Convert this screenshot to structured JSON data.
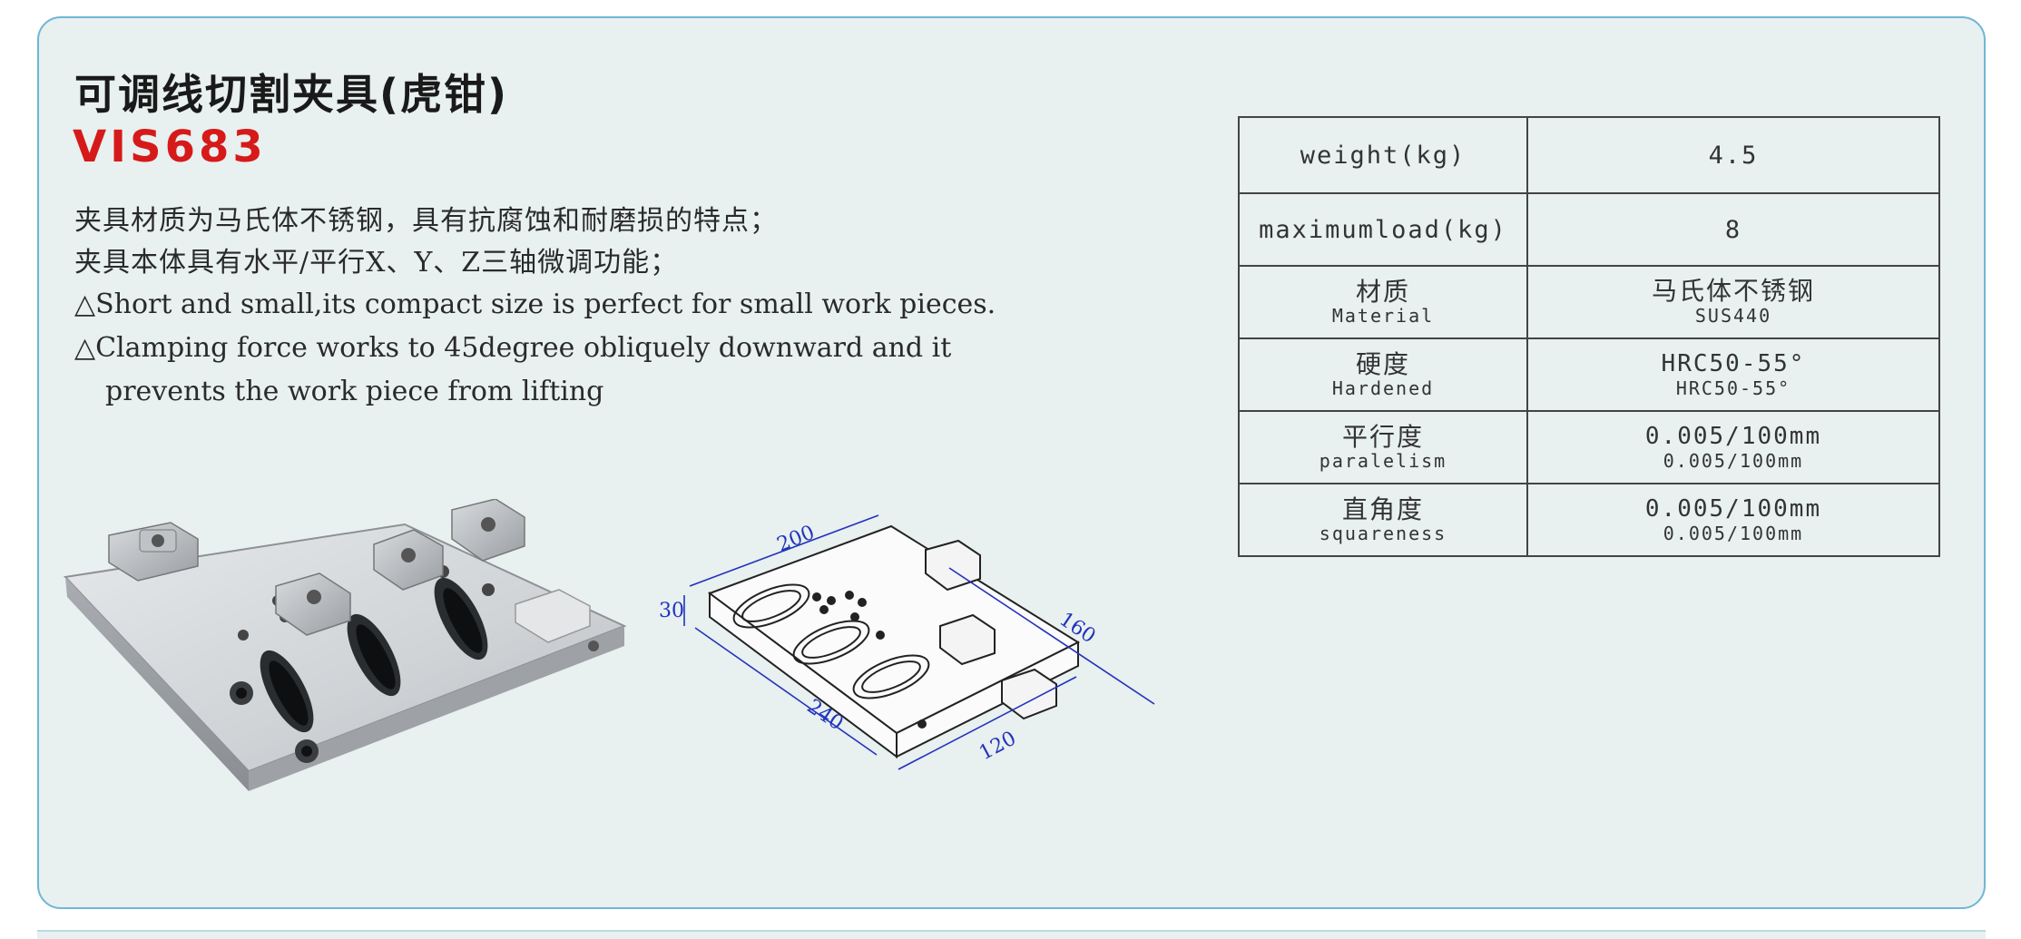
{
  "header": {
    "title": "可调线切割夹具(虎钳)",
    "model": "VIS683"
  },
  "features": [
    "夹具材质为马氏体不锈钢，具有抗腐蚀和耐磨损的特点；",
    "夹具本体具有水平/平行X、Y、Z三轴微调功能；",
    "△Short and small,its compact size is perfect for small work pieces.",
    "△Clamping force works to 45degree obliquely downward and it",
    "prevents the work piece from lifting"
  ],
  "specs": {
    "weight_label": "weight(kg)",
    "weight_value": "4.5",
    "maxload_label": "maximumload(kg)",
    "maxload_value": "8",
    "material_zh": "材质",
    "material_en": "Material",
    "material_v1": "马氏体不锈钢",
    "material_v2": "SUS440",
    "hardened_zh": "硬度",
    "hardened_en": "Hardened",
    "hardened_v1": "HRC50-55°",
    "hardened_v2": "HRC50-55°",
    "paralelism_zh": "平行度",
    "paralelism_en": "paralelism",
    "paralelism_v1": "0.005/100mm",
    "paralelism_v2": "0.005/100mm",
    "squareness_zh": "直角度",
    "squareness_en": "squareness",
    "squareness_v1": "0.005/100mm",
    "squareness_v2": "0.005/100mm"
  },
  "drawing": {
    "dim_200": "200",
    "dim_160": "160",
    "dim_30": "30",
    "dim_240": "240",
    "dim_120": "120"
  },
  "colors": {
    "model_red": "#d61a1a",
    "panel_border": "#6fb6d6",
    "panel_bg": "#e8f0f0",
    "dimension_blue": "#2233bb"
  }
}
